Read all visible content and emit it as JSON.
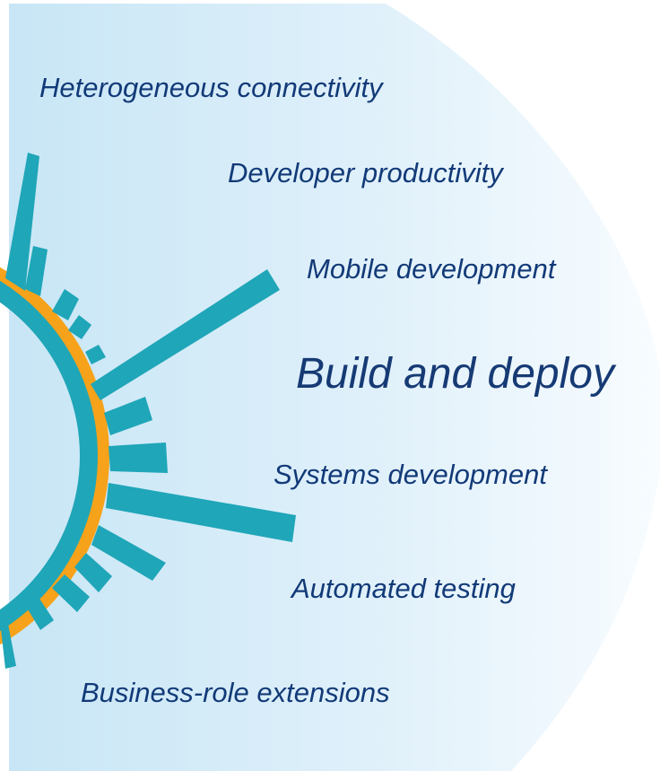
{
  "colors": {
    "background_light": "#f7fbfe",
    "background_blue": "#c9e7f7",
    "spoke_teal": "#1fa6b8",
    "ring_orange": "#f6a21a",
    "label_navy": "#123a78"
  },
  "labels": {
    "heterogeneous": "Heterogeneous connectivity",
    "developer": "Developer productivity",
    "mobile": "Mobile development",
    "build": "Build and deploy",
    "systems": "Systems development",
    "testing": "Automated testing",
    "business": "Business-role extensions"
  }
}
